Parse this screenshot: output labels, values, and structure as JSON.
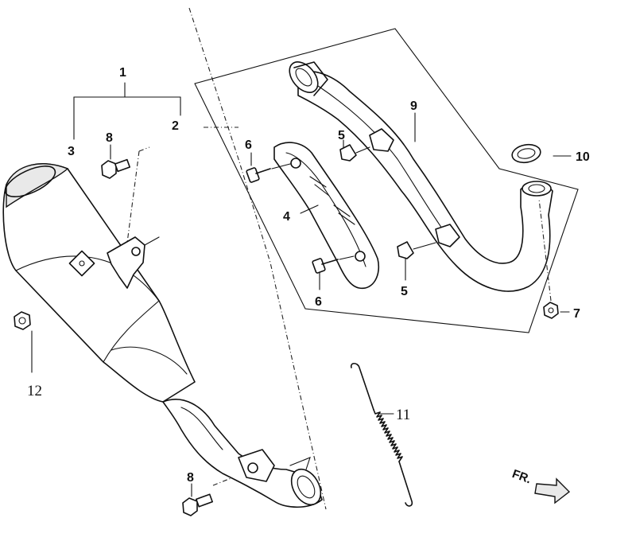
{
  "labels": {
    "p1": "1",
    "p2": "2",
    "p3": "3",
    "p4": "4",
    "p5a": "5",
    "p5b": "5",
    "p6a": "6",
    "p6b": "6",
    "p7": "7",
    "p8a": "8",
    "p8b": "8",
    "p9": "9",
    "p10": "10",
    "p11": "11",
    "p12": "12",
    "direction": "FR."
  }
}
